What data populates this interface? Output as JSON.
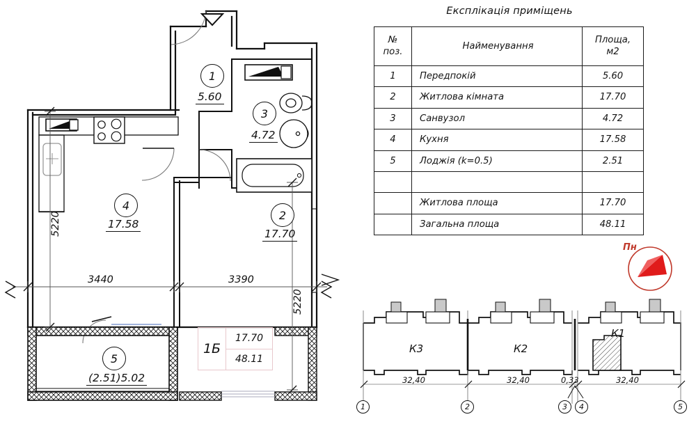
{
  "spec": {
    "title": "Експлікація приміщень",
    "headers": {
      "num_line1": "№",
      "num_line2": "поз.",
      "name": "Найменування",
      "area_line1": "Площа,",
      "area_line2": "м2"
    },
    "rows": [
      {
        "num": "1",
        "name": "Передпокій",
        "area": "5.60",
        "area_red": false
      },
      {
        "num": "2",
        "name": "Житлова кімната",
        "area": "17.70",
        "area_red": true
      },
      {
        "num": "3",
        "name": "Санвузол",
        "area": "4.72",
        "area_red": false
      },
      {
        "num": "4",
        "name": "Кухня",
        "area": "17.58",
        "area_red": false
      },
      {
        "num": "5",
        "name": "Лоджія (k=0.5)",
        "area": "2.51",
        "area_red": false
      },
      {
        "num": "",
        "name": "",
        "area": "",
        "area_red": false
      },
      {
        "num": "",
        "name": "Житлова площа",
        "area": "17.70",
        "area_red": true
      },
      {
        "num": "",
        "name": "Загальна площа",
        "area": "48.11",
        "area_red": false
      }
    ]
  },
  "north": {
    "label": "Пн",
    "color": "#d62020"
  },
  "plan": {
    "rooms": [
      {
        "id": "1",
        "area": "5.60"
      },
      {
        "id": "2",
        "area": "17.70"
      },
      {
        "id": "3",
        "area": "4.72"
      },
      {
        "id": "4",
        "area": "17.58"
      },
      {
        "id": "5",
        "area": "(2.51)5.02"
      }
    ],
    "dimensions": {
      "kitchen_width": "3440",
      "room_width": "3390",
      "kitchen_height": "5220",
      "room_height": "5220"
    }
  },
  "apartment": {
    "type": "1Б",
    "living_area": "17.70",
    "total_area": "48.11"
  },
  "keyplan": {
    "sections": [
      "К3",
      "К2",
      "К1"
    ],
    "dims": [
      "32,40",
      "32,40",
      "0,33",
      "32,40"
    ],
    "axes": [
      "1",
      "2",
      "3",
      "4",
      "5"
    ]
  }
}
